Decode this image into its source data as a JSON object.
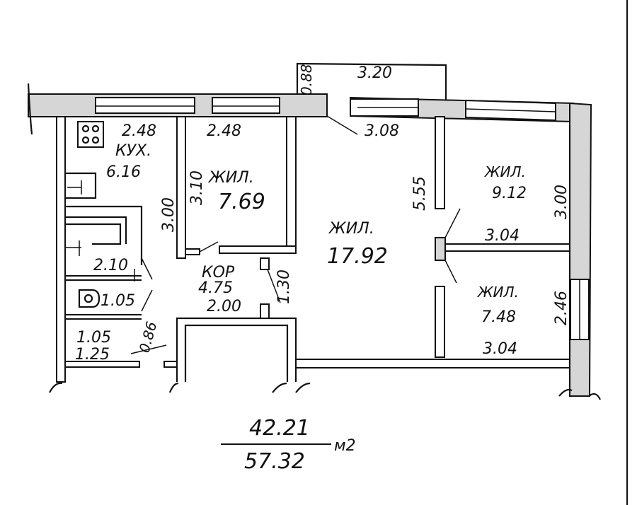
{
  "plan": {
    "balcony": {
      "width": "3.20",
      "depth": "0.88"
    },
    "kitchen": {
      "label": "КУХ.",
      "area": "6.16",
      "width": "2.48",
      "length": "3.00"
    },
    "room_small": {
      "label": "ЖИЛ.",
      "area": "7.69",
      "width": "2.48",
      "length": "3.10"
    },
    "living_room": {
      "label": "ЖИЛ.",
      "area": "17.92",
      "width": "3.08",
      "length": "5.55"
    },
    "bedroom_upper": {
      "label": "ЖИЛ.",
      "area": "9.12",
      "width": "3.04",
      "length": "3.00"
    },
    "bedroom_lower": {
      "label": "ЖИЛ.",
      "area": "7.48",
      "width": "3.04",
      "length": "2.46"
    },
    "corridor": {
      "label": "КОР",
      "area": "4.75",
      "width": "2.00",
      "length": "1.30"
    },
    "bathroom": {
      "area": "2.10"
    },
    "toilet": {
      "area": "1.05"
    },
    "closet": {
      "area": "1.25",
      "width": "1.05",
      "depth": "0.86"
    },
    "totals": {
      "living_area": "42.21",
      "total_area": "57.32",
      "unit": "м2"
    }
  }
}
